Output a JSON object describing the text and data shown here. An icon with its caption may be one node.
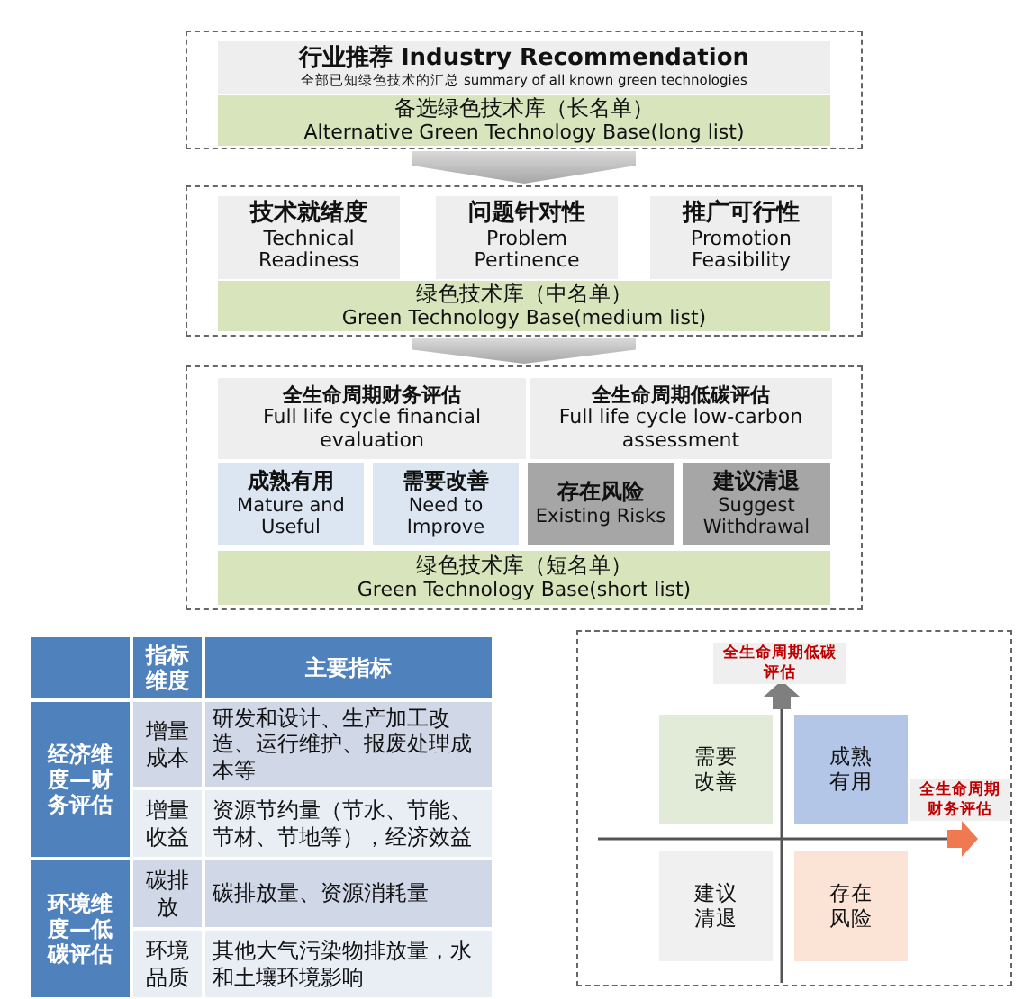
{
  "diagram": {
    "nodes": [
      {
        "text": [],
        "shape": "box"
      },
      {
        "text": [
          "行业推荐 Industry Recommendation",
          "全部已知绿色技术的汇总 summary of all known green technologies"
        ],
        "in": 0
      },
      {
        "text": [
          "备选绿色技术库（长名单）",
          "Alternative Green Technology Base(long list)"
        ],
        "in": 0
      },
      {
        "text": [],
        "shape": "box"
      },
      {
        "text": [
          "技术就绪度",
          "Technical Readiness"
        ],
        "in": 3
      },
      {
        "text": [
          "问题针对性",
          "Problem Pertinence"
        ],
        "in": 3
      },
      {
        "text": [
          "推广可行性",
          "Promotion Feasibility"
        ],
        "in": 3
      },
      {
        "text": [
          "绿色技术库（中名单）",
          "Green Technology Base(medium list)"
        ],
        "in": 3
      },
      {
        "text": [],
        "shape": "box"
      },
      {
        "text": [
          "全生命周期财务评估",
          "Full life cycle financial evaluation"
        ],
        "in": 8
      },
      {
        "text": [
          "全生命周期低碳评估",
          "Full life cycle low-carbon assessment"
        ],
        "in": 8
      },
      {
        "text": [
          "成熟有用",
          "Mature and Useful"
        ],
        "in": 8
      },
      {
        "text": [
          "需要改善",
          "Need to Improve"
        ],
        "in": 8
      },
      {
        "text": [
          "存在风险",
          "Existing Risks"
        ],
        "in": 8
      },
      {
        "text": [
          "建议清退",
          "Suggest Withdrawal"
        ],
        "in": 8
      },
      {
        "text": [
          "绿色技术库（短名单）",
          "Green Technology Base(short list)"
        ],
        "in": 8
      },
      {
        "text": [],
        "shape": "box"
      },
      {
        "text": [
          "需要改善"
        ],
        "in": 16
      },
      {
        "text": [
          "成熟有用"
        ],
        "in": 16
      },
      {
        "text": [
          "建议清退"
        ],
        "in": 16
      },
      {
        "text": [
          "存在风险"
        ],
        "in": 16
      }
    ],
    "edges": [
      {
        "from": 0,
        "to": 3,
        "arrow": "to",
        "style": "thick"
      },
      {
        "from": 3,
        "to": 8,
        "arrow": "to",
        "style": "thick"
      }
    ],
    "labels": [
      "指标维度",
      "主要指标",
      "经济维度—财务评估",
      "增量成本",
      "研发和设计、生产加工改造、运行维护、报废处理成本等",
      "增量收益",
      "资源节约量（节水、节能、节材、节地等），经济效益",
      "环境维度—低碳评估",
      "碳排放",
      "碳排放量、资源消耗量",
      "环境品质",
      "其他大气污染物排放量，水和土壤环境影响",
      "全生命周期低碳评估",
      "全生命周期财务评估"
    ]
  }
}
